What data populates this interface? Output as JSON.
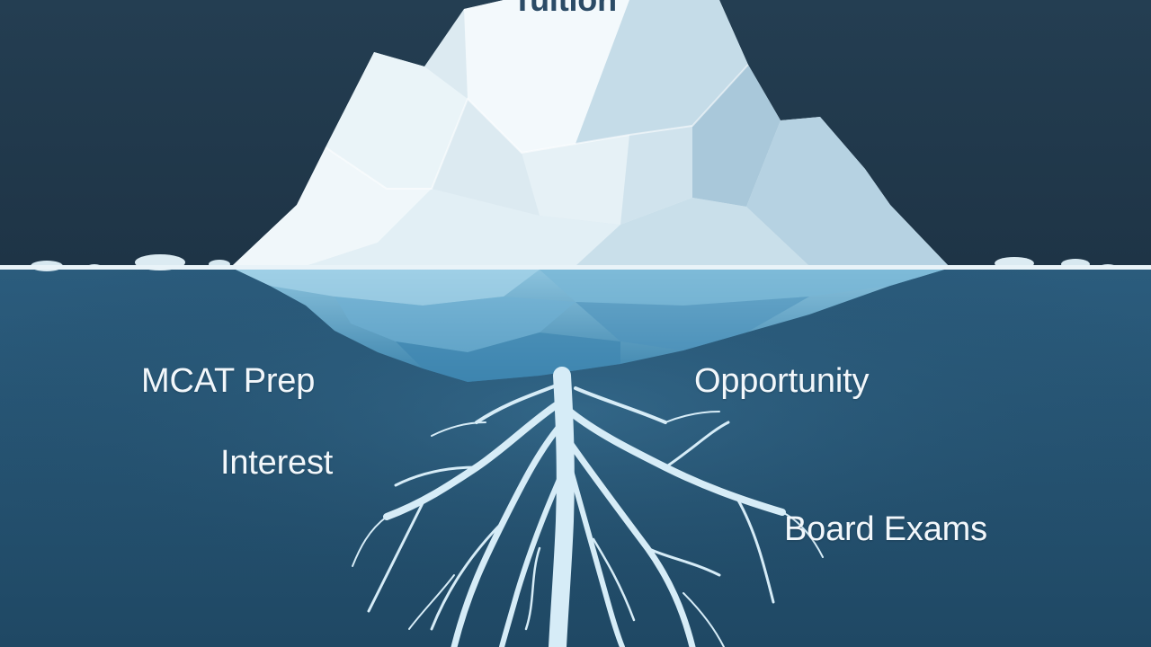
{
  "diagram": {
    "top_label": "Tuition",
    "below_labels": {
      "mcat": "MCAT Prep",
      "opportunity": "Opportunity",
      "interest": "Interest",
      "board": "Board Exams"
    }
  },
  "colors": {
    "sky": "#1f3748",
    "water": "#23506f",
    "ice_light": "#eef6fa",
    "ice_shadow": "#a8c8db",
    "root": "#d6ecf7",
    "text": "#f2f7fb"
  }
}
